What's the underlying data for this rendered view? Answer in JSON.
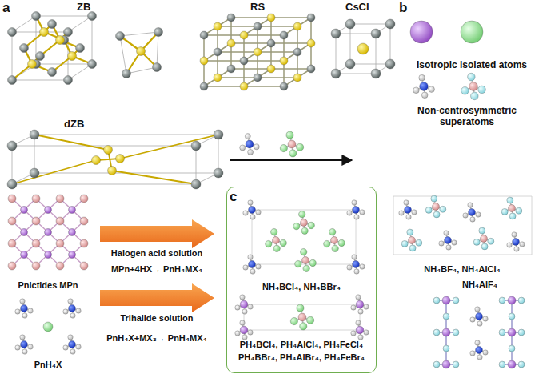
{
  "diagram": {
    "nodes": [
      {
        "text": [
          "NH₄BCl₄, NH₄BBr₄",
          "PH₄BCl₄, PH₄AlCl₄, PH₄FeCl₄ PH₄BBr₄, PH₄AlBr₄, PH₄FeBr₄"
        ]
      }
    ],
    "labels": [
      "a",
      "ZB",
      "RS",
      "CsCl",
      "b",
      "Isotropic isolated atoms",
      "Non-centrosymmetric superatoms",
      "dZB",
      "c",
      "NH₄BF₄, NH₄AlCl₄",
      "NH₄AlF₄",
      "Pnictides MPn",
      "PnH₄X",
      "Halogen acid solution",
      "MPn+4HX→ PnH₄MX₄",
      "Trihalide solution",
      "PnH₄X+MX₃→ PnH₄MX₄"
    ]
  }
}
